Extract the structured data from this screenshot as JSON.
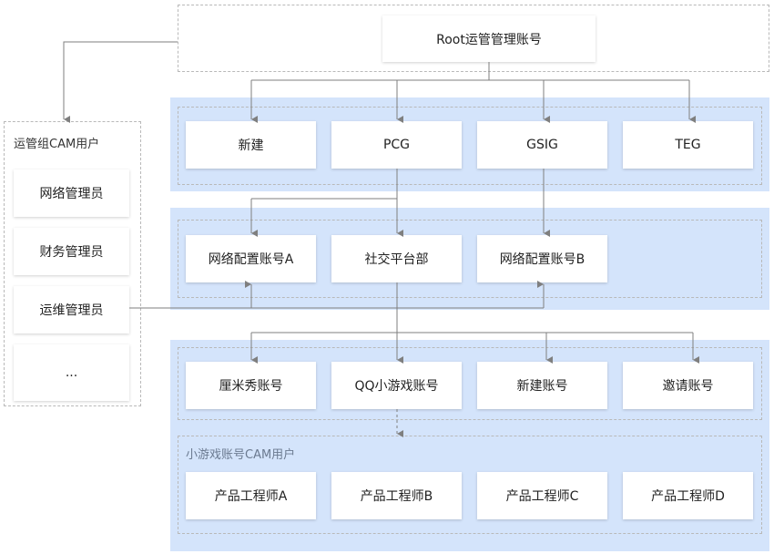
{
  "root": {
    "label": "Root运管管理账号"
  },
  "ops_group": {
    "title": "运管组CAM用户",
    "users": [
      "网络管理员",
      "财务管理员",
      "运维管理员",
      "..."
    ]
  },
  "level1": [
    "新建",
    "PCG",
    "GSIG",
    "TEG"
  ],
  "level2": [
    "网络配置账号A",
    "社交平台部",
    "网络配置账号B"
  ],
  "level3": [
    "厘米秀账号",
    "QQ小游戏账号",
    "新建账号",
    "邀请账号"
  ],
  "mini_game_group": {
    "title": "小游戏账号CAM用户",
    "users": [
      "产品工程师A",
      "产品工程师B",
      "产品工程师C",
      "产品工程师D"
    ]
  },
  "colors": {
    "band": "#d4e4fb",
    "line": "#7f7f7f",
    "dash": "#b9b9b9"
  }
}
